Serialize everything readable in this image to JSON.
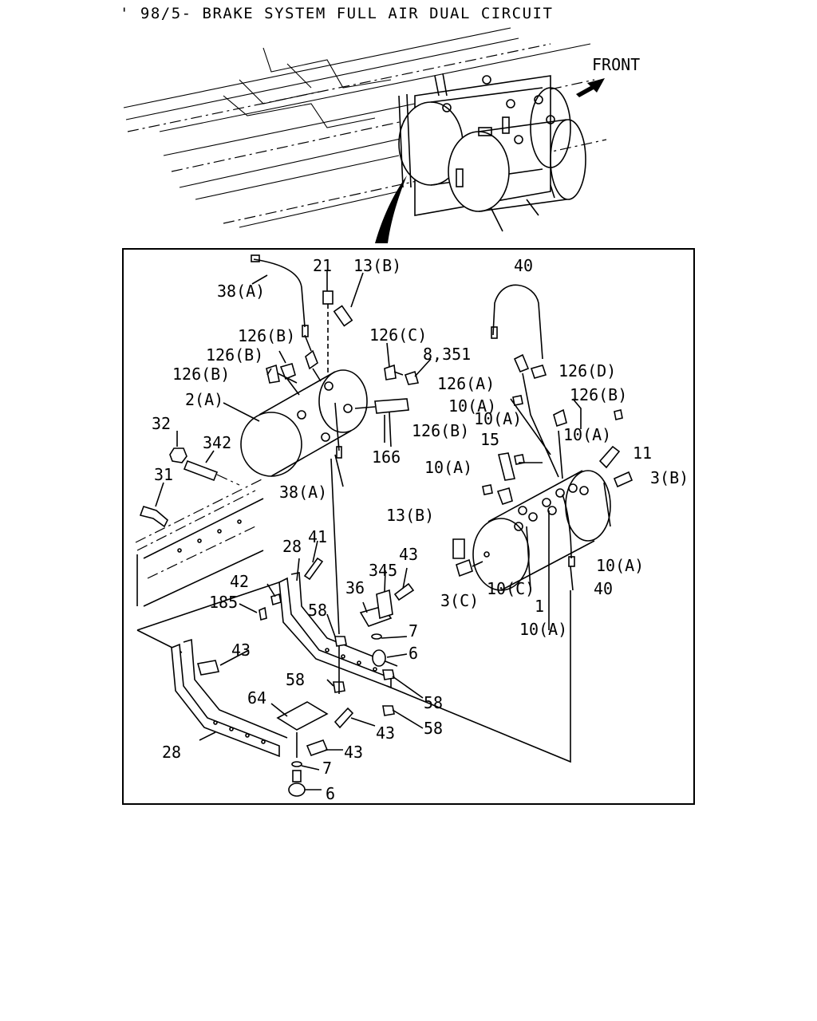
{
  "title": "' 98/5-  BRAKE SYSTEM FULL AIR DUAL CIRCUIT",
  "direction_label": "FRONT",
  "callouts": {
    "c38a_top": "38(A)",
    "c21": "21",
    "c13b_top": "13(B)",
    "c40_top": "40",
    "c126b_1": "126(B)",
    "c126b_2": "126(B)",
    "c126b_3": "126(B)",
    "c126c": "126(C)",
    "c8_351": "8,351",
    "c126a": "126(A)",
    "c126d": "126(D)",
    "c2a": "2(A)",
    "c10a_1": "10(A)",
    "c126b_4": "126(B)",
    "c10a_2": "10(A)",
    "c10a_3": "10(A)",
    "c32": "32",
    "c342": "342",
    "c166": "166",
    "c126b_5": "126(B)",
    "c15": "15",
    "c11": "11",
    "c38a_bot": "38(A)",
    "c10a_4": "10(A)",
    "c3b": "3(B)",
    "c31": "31",
    "c13b_mid": "13(B)",
    "c28_top": "28",
    "c41": "41",
    "c43_top": "43",
    "c10a_5": "10(A)",
    "c345": "345",
    "c42": "42",
    "c36": "36",
    "c40_bot": "40",
    "c185": "185",
    "c3c": "3(C)",
    "c10c": "10(C)",
    "c58_1": "58",
    "c1": "1",
    "c7_top": "7",
    "c10a_6": "10(A)",
    "c43_mid": "43",
    "c6_top": "6",
    "c58_2": "58",
    "c58_3": "58",
    "c64": "64",
    "c58_4": "58",
    "c43_low": "43",
    "c28_bot": "28",
    "c43_bot": "43",
    "c7_bot": "7",
    "c6_bot": "6"
  }
}
